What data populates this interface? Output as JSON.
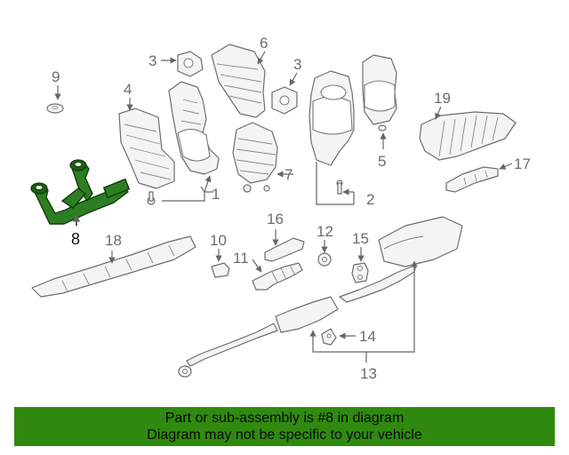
{
  "callouts": {
    "c1": "1",
    "c2": "2",
    "c3a": "3",
    "c3b": "3",
    "c4": "4",
    "c5": "5",
    "c6": "6",
    "c7": "7",
    "c8": "8",
    "c9": "9",
    "c10": "10",
    "c11": "11",
    "c12": "12",
    "c13": "13",
    "c14": "14",
    "c15": "15",
    "c16": "16",
    "c17": "17",
    "c18": "18",
    "c19": "19"
  },
  "highlight_color": "#2f8a0f",
  "banner": {
    "line1": "Part or sub-assembly is #8 in diagram",
    "line2": "Diagram may not be specific to your vehicle"
  }
}
